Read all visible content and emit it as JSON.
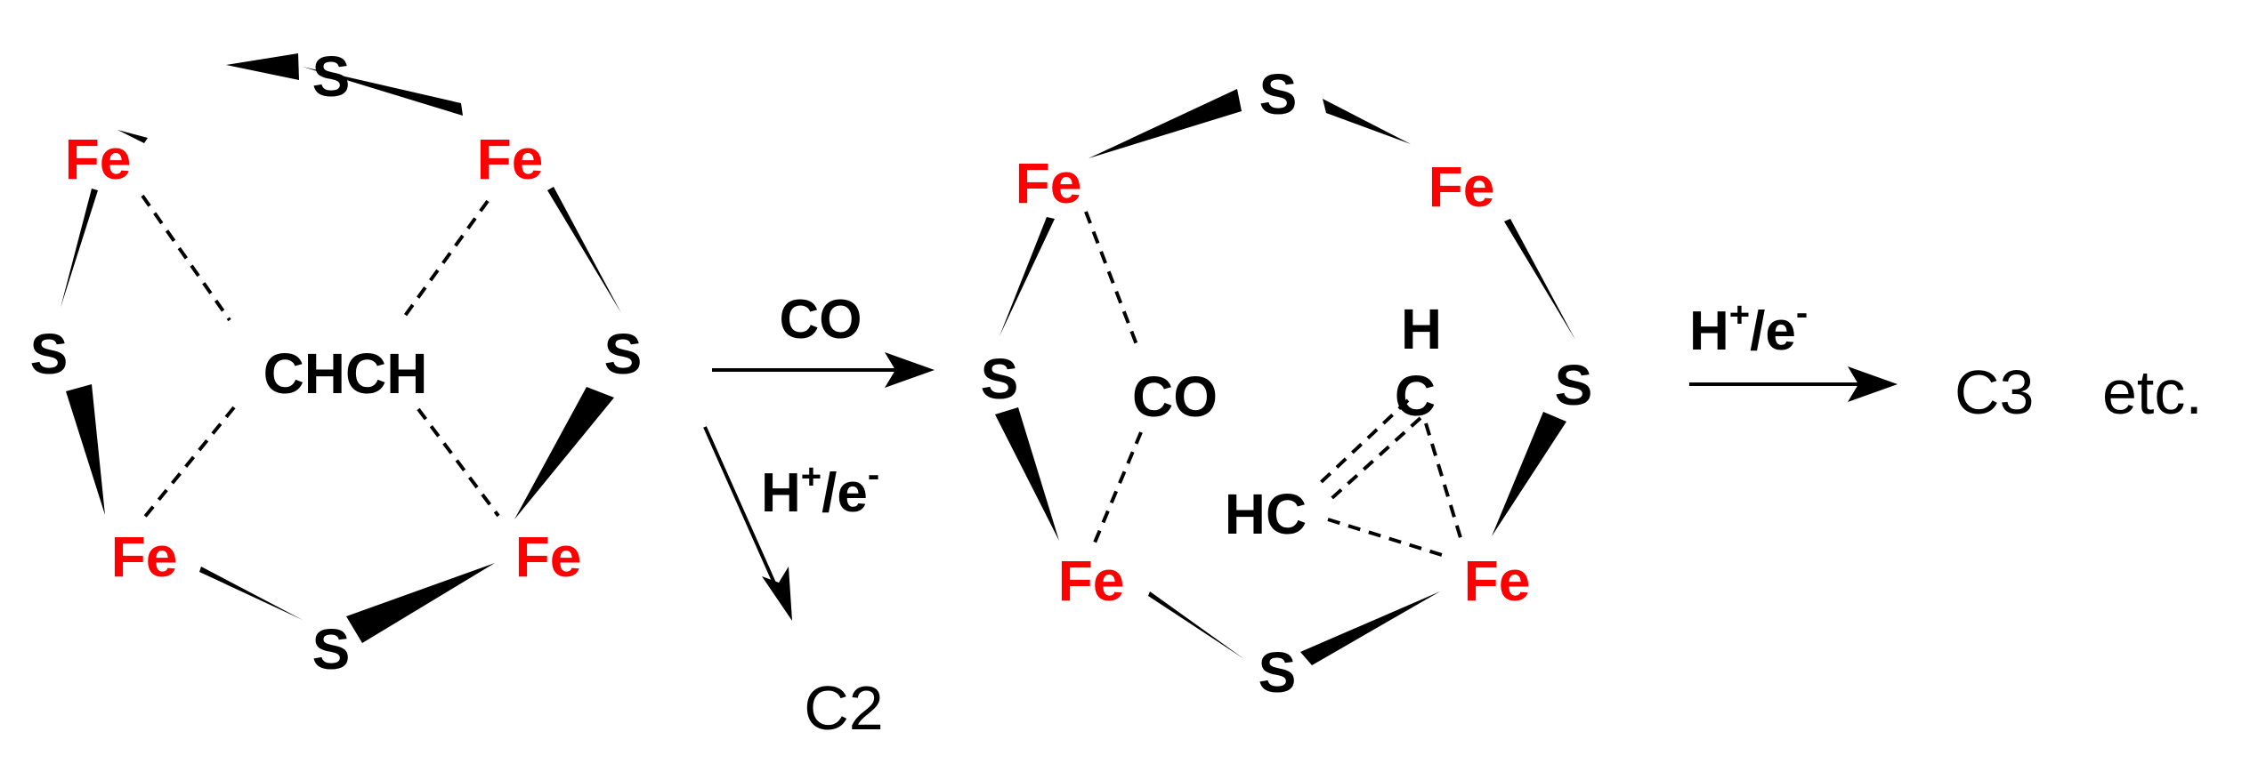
{
  "colors": {
    "iron": "#ff0000",
    "other_atoms": "#000000",
    "background": "#ffffff"
  },
  "left_cluster": {
    "fe_label": "Fe",
    "s_label": "S",
    "ligand_label": "CHCH"
  },
  "middle_cluster": {
    "fe_label": "Fe",
    "s_label": "S",
    "co_label": "CO",
    "h_label": "H",
    "c_label": "C",
    "hc_label": "HC"
  },
  "arrows": {
    "co_label": "CO",
    "h_label": "H",
    "h_sup": "+",
    "e_label": "/e",
    "e_sup": "-",
    "c2_label": "C2",
    "c3_label": "C3",
    "etc_label": "etc."
  }
}
